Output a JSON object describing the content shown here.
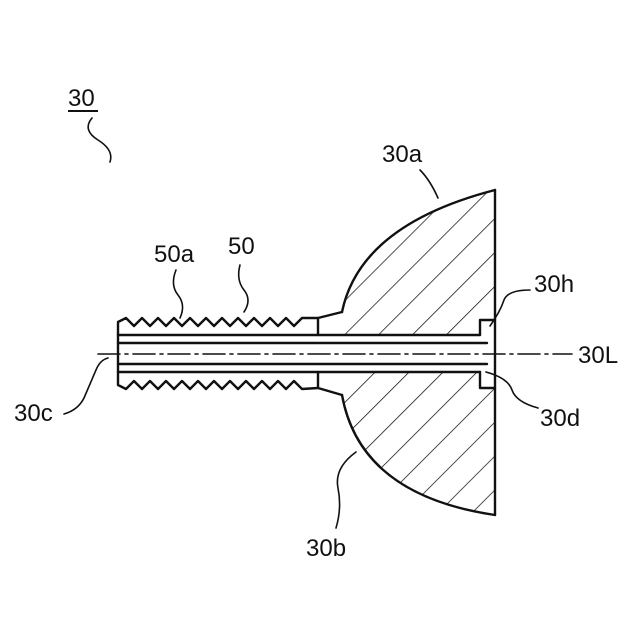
{
  "figure": {
    "labels": {
      "main": "30",
      "head_upper": "30a",
      "head_lower": "30b",
      "through_hole": "30c",
      "recess_lower": "30d",
      "recess_upper": "30h",
      "axis": "30L",
      "thread": "50",
      "thread_crest": "50a"
    }
  }
}
